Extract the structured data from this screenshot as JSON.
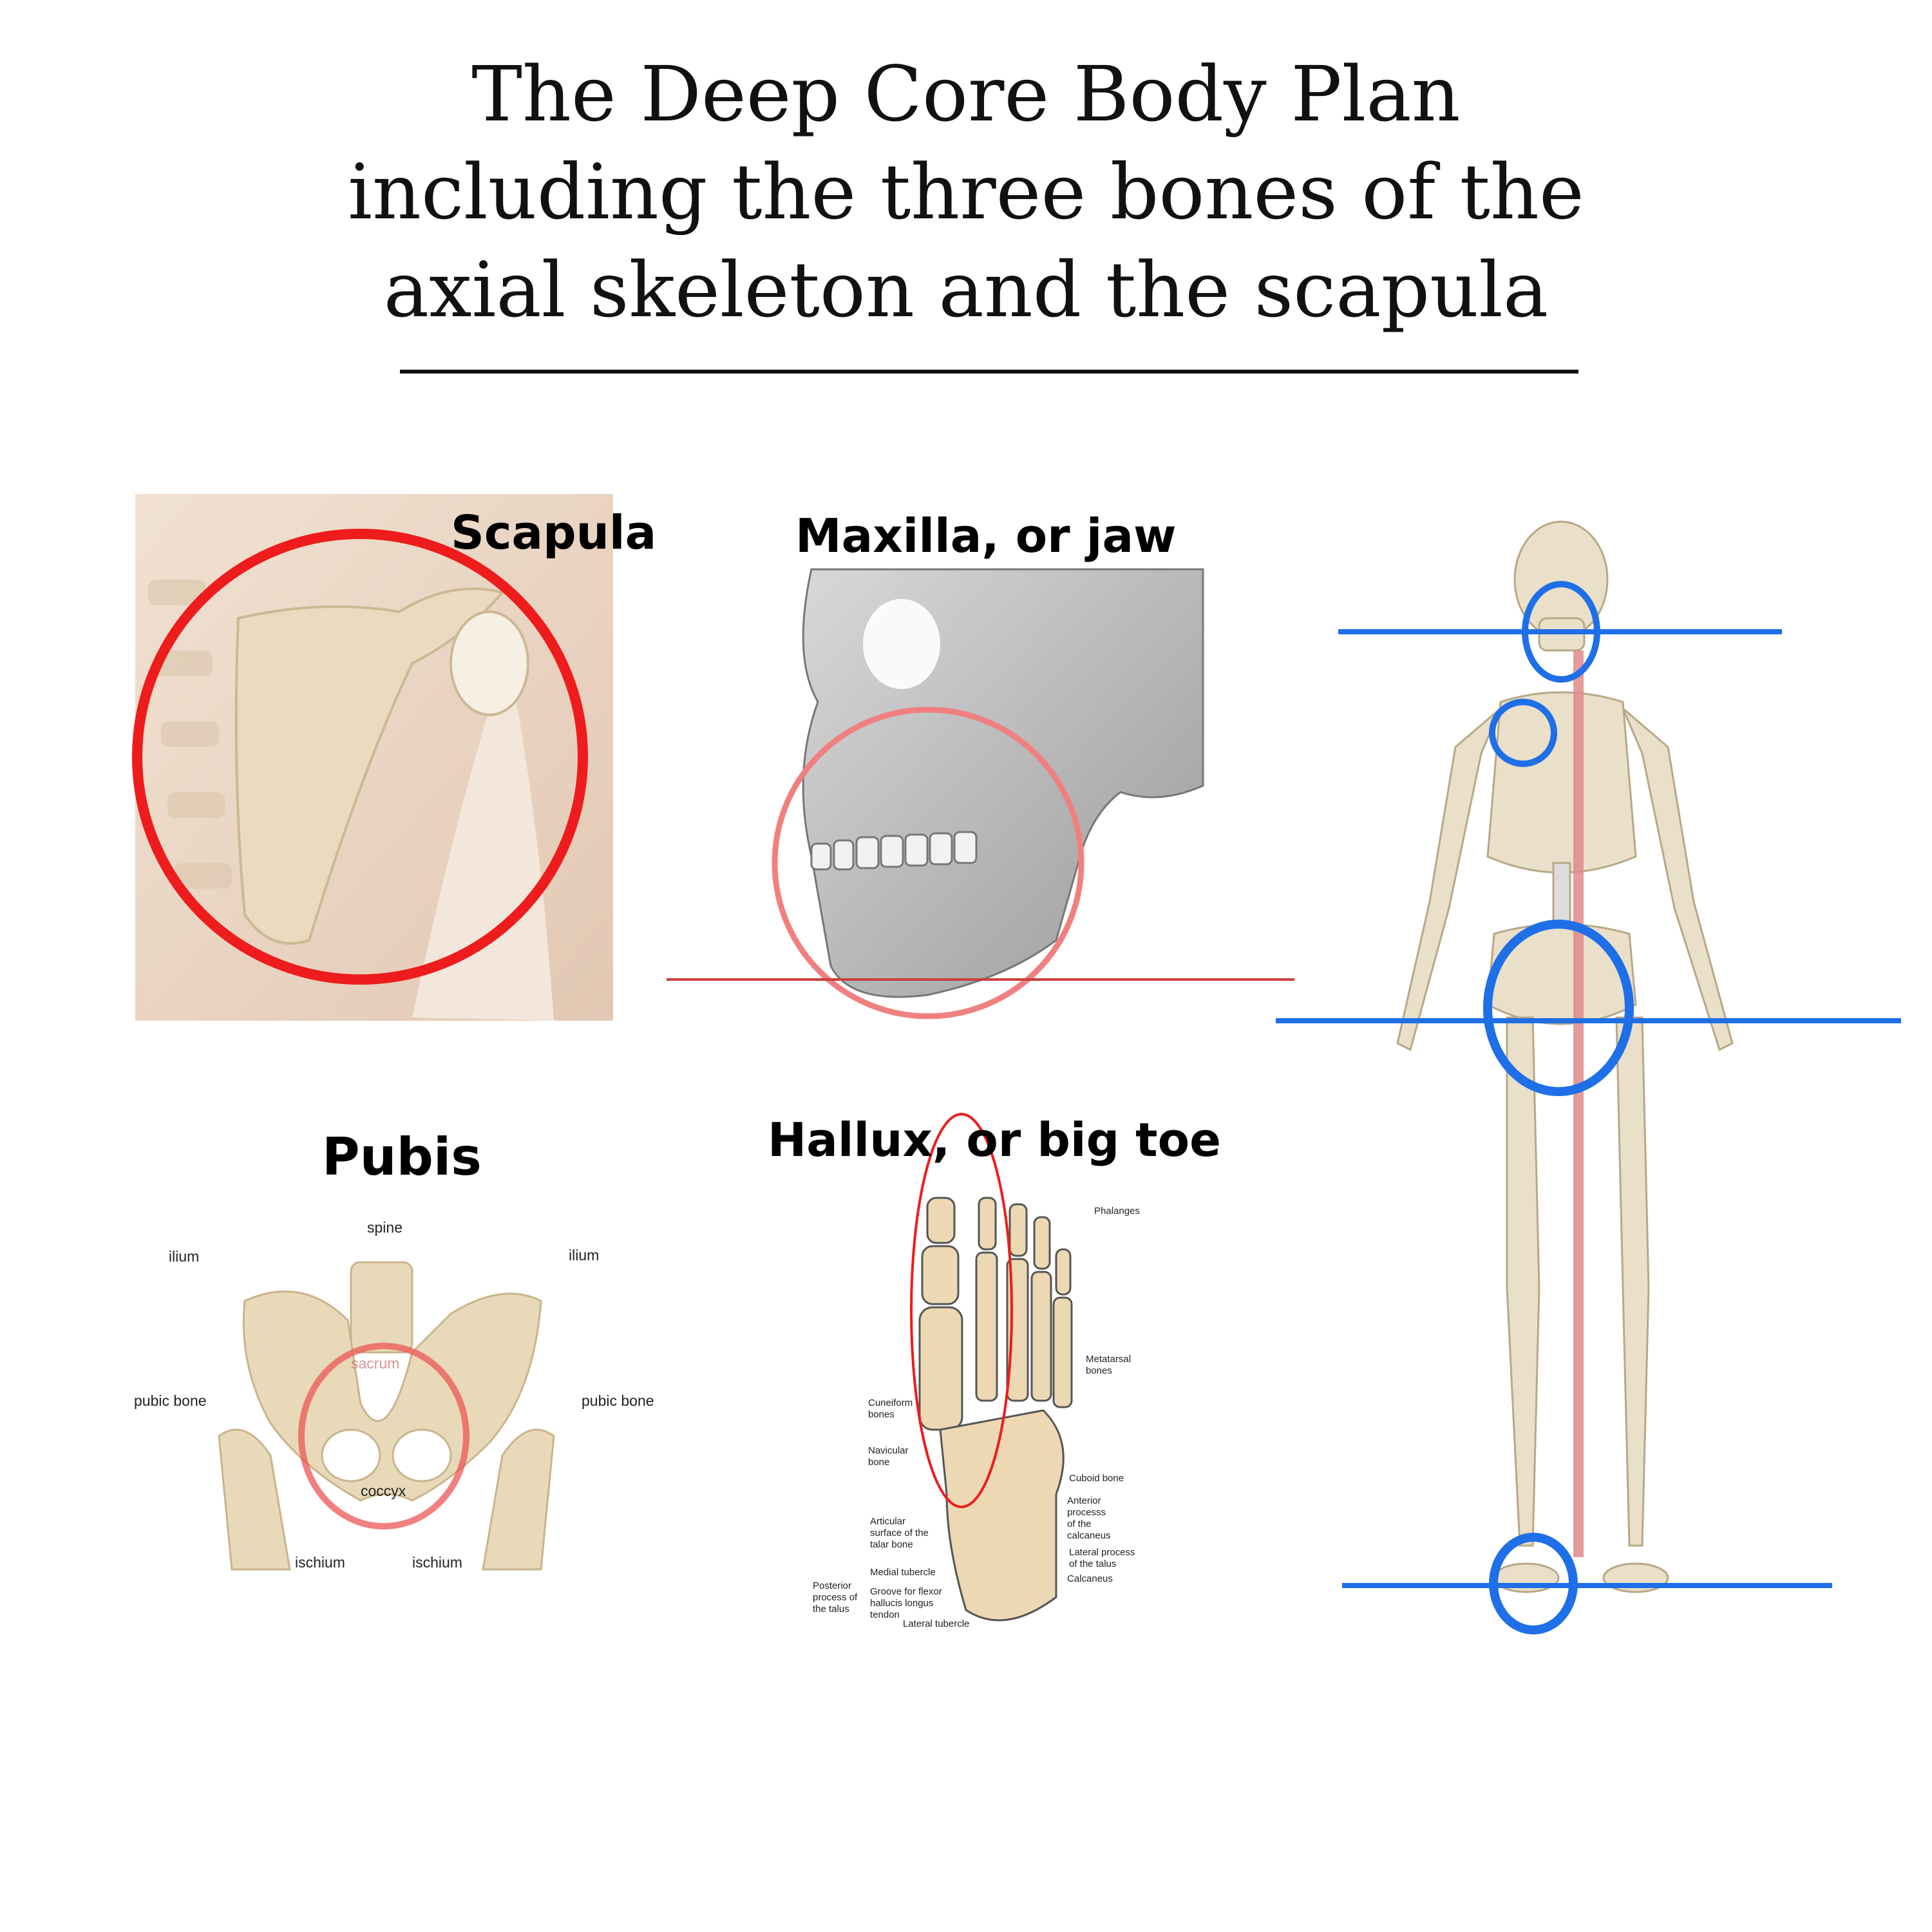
{
  "title": {
    "lines": [
      "The Deep Core Body Plan",
      "including the three bones of the",
      "axial skeleton and the scapula"
    ]
  },
  "panels": {
    "scapula": {
      "label": "Scapula"
    },
    "maxilla": {
      "label": "Maxilla, or jaw"
    },
    "pubis": {
      "label": "Pubis",
      "annotations": {
        "spine": "spine",
        "ilium_left": "ilium",
        "ilium_right": "ilium",
        "pubic_left": "pubic bone",
        "pubic_right": "pubic bone",
        "sacrum": "sacrum",
        "coccyx": "coccyx",
        "ischium_left": "ischium",
        "ischium_right": "ischium"
      }
    },
    "hallux": {
      "label": "Hallux, or big toe",
      "annotations": {
        "phalanges": "Phalanges",
        "metatarsal": "Metatarsal bones",
        "cuneiform": "Cuneiform bones",
        "navicular": "Navicular bone",
        "cuboid": "Cuboid bone",
        "anterior": "Anterior processs of the calcaneus",
        "articular": "Articular surface of the talar bone",
        "lateral_process": "Lateral process of the talus",
        "calcaneus": "Calcaneus",
        "medial_tubercle": "Medial tubercle",
        "groove": "Groove for flexor hallucis longus tendon",
        "posterior": "Posterior process of the talus",
        "lateral_tubercle": "Lateral tubercle"
      }
    }
  },
  "colors": {
    "red_circle": "#ee1c1c",
    "pink_circle": "#f08080",
    "blue_marker": "#1e6fe8",
    "bone": "#e8d9b9",
    "plumb_line": "#e08a8a"
  }
}
